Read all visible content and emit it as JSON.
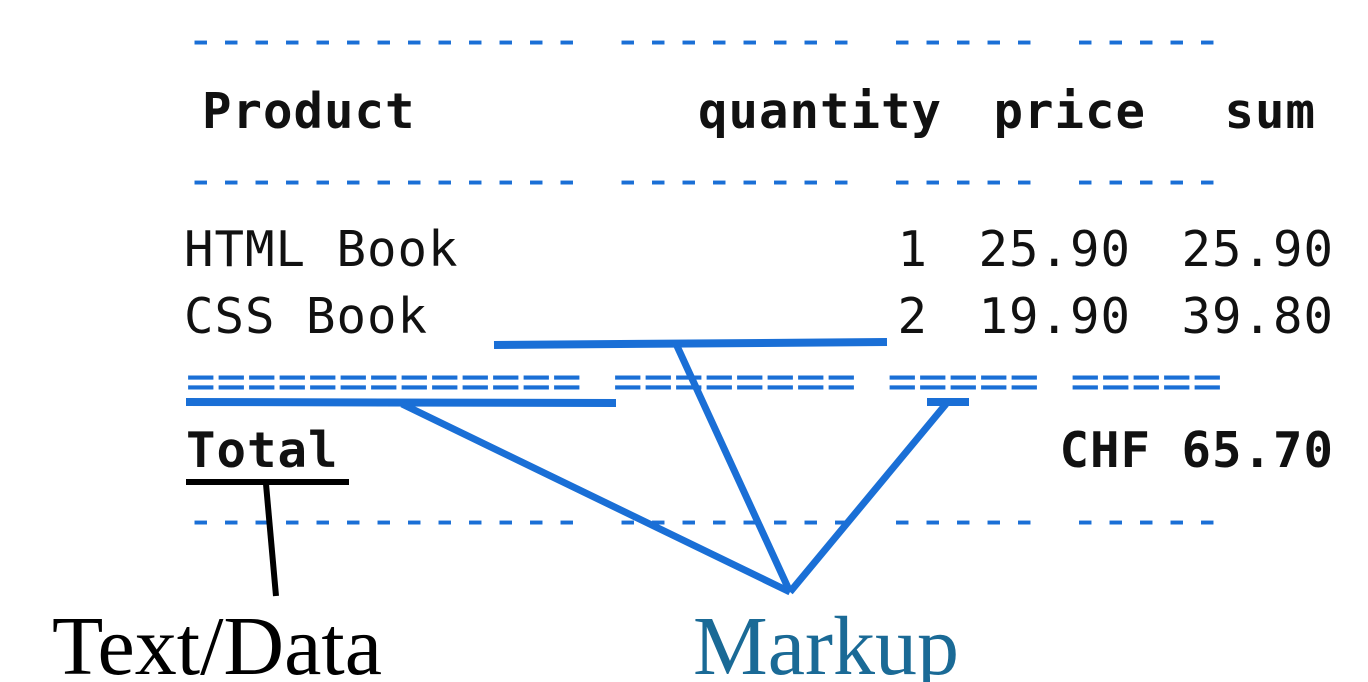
{
  "table": {
    "rule_dash_1": "------------- -------- ----- -----",
    "header": {
      "product": "Product",
      "quantity": "quantity",
      "price": "price",
      "sum": "sum"
    },
    "rule_dash_2": "------------- -------- ----- -----",
    "rows": [
      {
        "product": "HTML Book",
        "quantity": "1",
        "price": "25.90",
        "sum": "25.90"
      },
      {
        "product": "CSS Book",
        "quantity": "2",
        "price": "19.90",
        "sum": "39.80"
      }
    ],
    "rule_equals": "============= ======== ===== =====",
    "total": {
      "label": "Total",
      "amount": "CHF 65.70"
    },
    "rule_dash_3": "------------- -------- ----- -----"
  },
  "annotations": {
    "text_data": "Text/Data",
    "markup": "Markup"
  },
  "colors": {
    "markup": "#1a6fd6",
    "markup_label": "#1a6a96",
    "text": "#111111",
    "text_callout": "#000000"
  }
}
